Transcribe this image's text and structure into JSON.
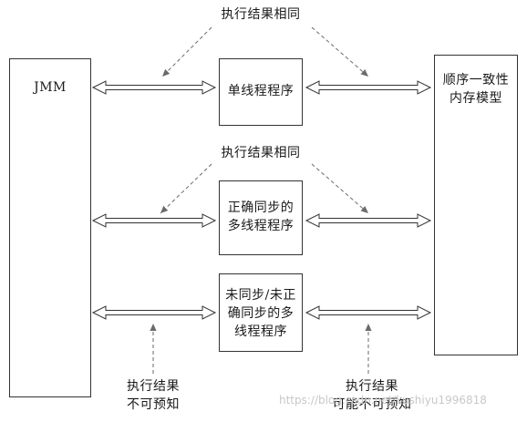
{
  "diagram": {
    "jmm_label": "JMM",
    "seq_model_label": "顺序一致性\n内存模型",
    "programs": [
      "单线程程序",
      "正确同步的\n多线程程序",
      "未同步/未正\n确同步的多\n线程程序"
    ],
    "notes": {
      "same_result_top": "执行结果相同",
      "same_result_middle": "执行结果相同",
      "unpredictable_left": "执行结果\n不可预知",
      "unpredictable_right": "执行结果\n可能不可预知"
    }
  },
  "watermark": "https://blog.csdn.net/kushiyu1996818",
  "colors": {
    "line": "#333333",
    "dashed": "#6a6a6a",
    "watermark": "#c8c8c8"
  }
}
